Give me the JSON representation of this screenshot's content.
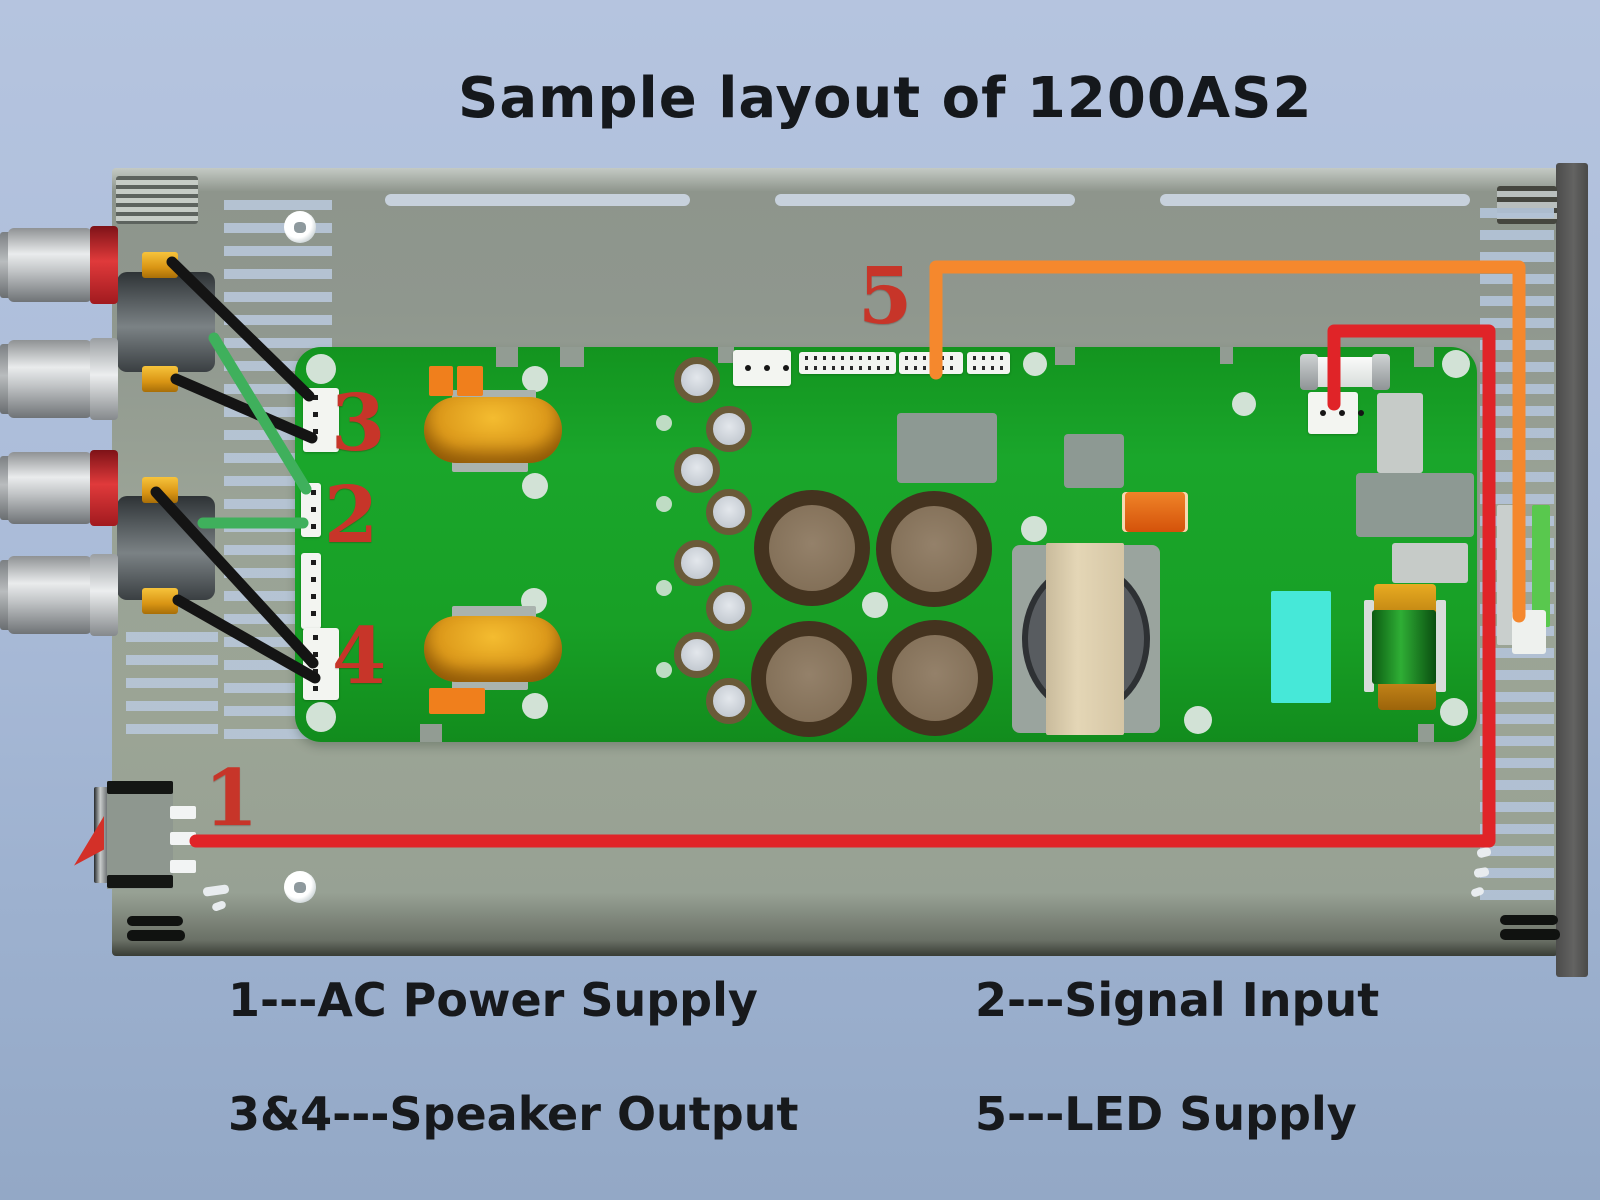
{
  "title": "Sample layout of 1200AS2",
  "callouts": {
    "c1": "1",
    "c2": "2",
    "c3": "3",
    "c4": "4",
    "c5": "5"
  },
  "legend": {
    "items": [
      {
        "label": "1---AC Power Supply"
      },
      {
        "label": "2---Signal Input"
      },
      {
        "label": "3&4---Speaker Output"
      },
      {
        "label": "5---LED Supply"
      }
    ]
  },
  "colors": {
    "background": "#abbcd9",
    "chassis_gray": "#9aa396",
    "pcb_green": "#1aa62b",
    "label_red": "#c73529",
    "wire_black": "#141414",
    "wire_green": "#3fb05c",
    "wire_red": "#e02428",
    "wire_orange": "#f5882d"
  }
}
